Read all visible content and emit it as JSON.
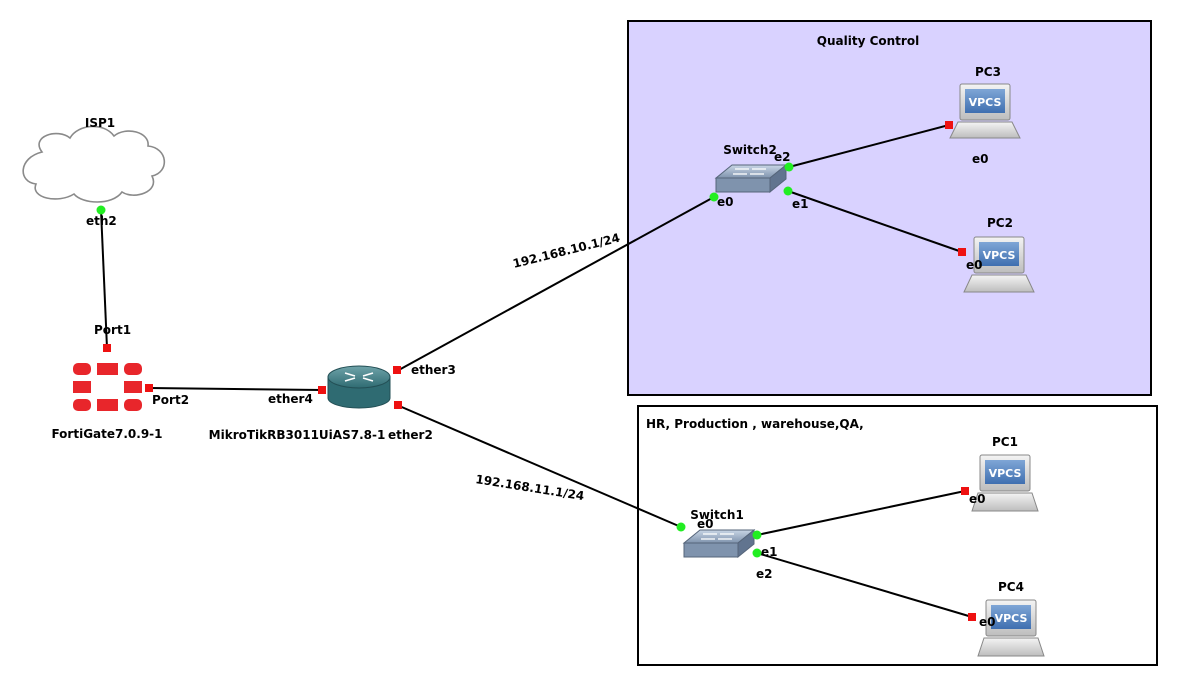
{
  "areas": {
    "qc": {
      "title": "Quality Control"
    },
    "hr": {
      "title": "HR, Production , warehouse,QA,"
    }
  },
  "nodes": {
    "isp1": {
      "label": "ISP1"
    },
    "fortigate": {
      "label": "FortiGate7.0.9-1"
    },
    "mikrotik": {
      "label": "MikroTikRB3011UiAS7.8-1"
    },
    "switch1": {
      "label": "Switch1"
    },
    "switch2": {
      "label": "Switch2"
    },
    "pc1": {
      "label": "PC1",
      "badge": "VPCS"
    },
    "pc2": {
      "label": "PC2",
      "badge": "VPCS"
    },
    "pc3": {
      "label": "PC3",
      "badge": "VPCS"
    },
    "pc4": {
      "label": "PC4",
      "badge": "VPCS"
    }
  },
  "ports": {
    "isp_eth2": "eth2",
    "fg_port1": "Port1",
    "fg_port2": "Port2",
    "mt_ether4": "ether4",
    "mt_ether3": "ether3",
    "mt_ether2": "ether2",
    "sw2_e0": "e0",
    "sw2_e1": "e1",
    "sw2_e2": "e2",
    "pc3_e0": "e0",
    "pc2_e0": "e0",
    "sw1_e0": "e0",
    "sw1_e1": "e1",
    "sw1_e2": "e2",
    "pc1_e0": "e0",
    "pc4_e0": "e0"
  },
  "links": {
    "ether3_ip": "192.168.10.1/24",
    "ether2_ip": "192.168.11.1/24"
  },
  "colors": {
    "port_up": "#22ee22",
    "port_down": "#ee1111",
    "qc_fill": "#d9d2ff",
    "fortinet_red": "#e8262b"
  }
}
